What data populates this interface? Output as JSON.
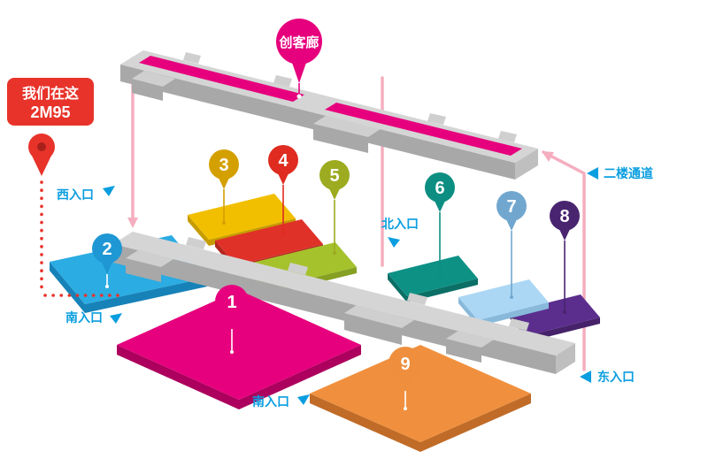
{
  "badge": {
    "line1": "我们在这",
    "line2": "2M95",
    "color": "#e8332a"
  },
  "gallery": {
    "label": "创客廊",
    "color": "#e6007d"
  },
  "halls": [
    {
      "number": "1",
      "block_top": "#e6007d",
      "block_side": "#ad005e",
      "pin_color": "#e6007d"
    },
    {
      "number": "2",
      "block_top": "#2bace2",
      "block_side": "#1782b8",
      "pin_color": "#1e97d4"
    },
    {
      "number": "3",
      "block_top": "#f2bf00",
      "block_side": "#c69c00",
      "pin_color": "#d4a000"
    },
    {
      "number": "4",
      "block_top": "#e03128",
      "block_side": "#b2271f",
      "pin_color": "#df2b20"
    },
    {
      "number": "5",
      "block_top": "#a5c22d",
      "block_side": "#85a022",
      "pin_color": "#9cab1f"
    },
    {
      "number": "6",
      "block_top": "#0e9185",
      "block_side": "#0b6f66",
      "pin_color": "#0c8f82"
    },
    {
      "number": "7",
      "block_top": "#abd7f4",
      "block_side": "#88b9da",
      "pin_color": "#71a7cf"
    },
    {
      "number": "8",
      "block_top": "#5b2d8d",
      "block_side": "#452269",
      "pin_color": "#49246f"
    },
    {
      "number": "9",
      "block_top": "#f0903e",
      "block_side": "#c06c28",
      "pin_color": "#ef8f3d"
    }
  ],
  "entrances": {
    "west": "西入口",
    "north": "北入口",
    "south_left": "南入口",
    "south_bottom": "南入口",
    "east": "东入口",
    "second_floor": "二楼通道",
    "label_color": "#0a9ee0"
  },
  "colors": {
    "connector": "#f5aebf",
    "dotted_path": "#e8332a",
    "corridor_stripe": "#e6007d"
  }
}
